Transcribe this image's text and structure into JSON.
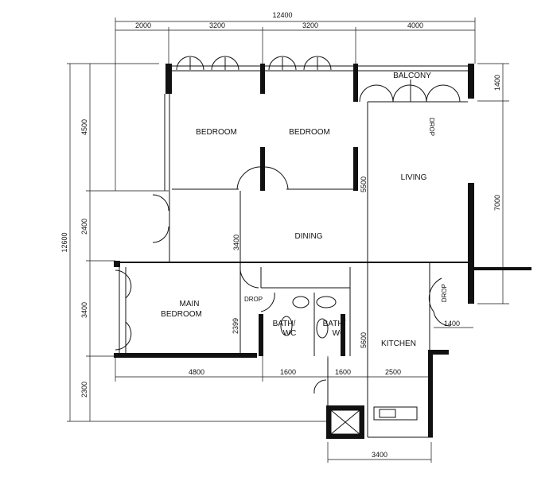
{
  "dimensions": {
    "top_total": "12400",
    "top_segments": [
      "2000",
      "3200",
      "3200",
      "4000"
    ],
    "right_balcony": "1400",
    "right_living": "7000",
    "left_total": "12600",
    "left_segments": [
      "4500",
      "2400",
      "3400",
      "2300"
    ],
    "dining_height": "3400",
    "drop_height": "2399",
    "living_depth": "5500",
    "kitchen_depth": "5600",
    "bottom_segments": [
      "4800",
      "1600",
      "1600",
      "2500"
    ],
    "service_width": "1400",
    "bottom_total": "3400"
  },
  "rooms": {
    "bedroom_1": "BEDROOM",
    "bedroom_2": "BEDROOM",
    "balcony": "BALCONY",
    "living": "LIVING",
    "dining": "DINING",
    "main_bedroom_line1": "MAIN",
    "main_bedroom_line2": "BEDROOM",
    "bath1_line1": "BATH/",
    "bath1_line2": "WC",
    "bath2_line1": "BATH/",
    "bath2_line2": "WC",
    "kitchen": "KITCHEN",
    "drop_1": "DROP",
    "drop_2": "DROP",
    "drop_3": "DROP"
  }
}
